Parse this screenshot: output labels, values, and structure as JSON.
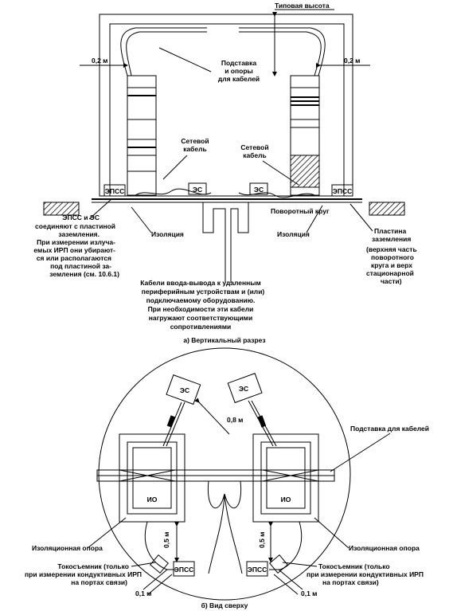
{
  "labels": {
    "typical_height": "Типовая высота",
    "dist_left_top": "0,2 м",
    "dist_right_top": "0,2 м",
    "stand_supports": [
      "Подставка",
      "и опоры",
      "для кабелей"
    ],
    "power_cable_left": [
      "Сетевой",
      "кабель"
    ],
    "power_cable_right": [
      "Сетевой",
      "кабель"
    ],
    "epss_left_top": "ЭПСС",
    "es_left_top": "ЭС",
    "es_right_top": "ЭС",
    "epss_right_top": "ЭПСС",
    "turntable": "Поворотный круг",
    "left_note": [
      "ЭПСС и ЭС",
      "соединяют с пластиной",
      "заземления.",
      "При измерении излуча-",
      "емых ИРП они убирают-",
      "ся или располагаются",
      "под пластиной за-",
      "земления (см. 10.6.1)"
    ],
    "isolation_left": "Изоляция",
    "isolation_right": "Изоляция",
    "ground_plate": [
      "Пластина",
      "заземления",
      "(верхняя часть",
      "поворотного",
      "круга и верх",
      "стационарной",
      "части)"
    ],
    "io_cables": [
      "Кабели ввода-вывода к удаленным",
      "периферийным устройствам и (или)",
      "подключаемому оборудованию.",
      "При необходимости эти кабели",
      "нагружают соответствующими",
      "сопротивлениями"
    ],
    "caption_a": "а) Вертикальный разрез",
    "es_top_left": "ЭС",
    "es_top_right": "ЭС",
    "dist_08": "0,8 м",
    "cable_stand": "Подставка для кабелей",
    "io_left": "ИО",
    "io_right": "ИО",
    "iso_support_left": "Изоляционная опора",
    "iso_support_right": "Изоляционная опора",
    "dist_05_left": "0,5 м",
    "dist_05_right": "0,5 м",
    "epss_bottom_left": "ЭПСС",
    "epss_bottom_right": "ЭПСС",
    "clamp_left": [
      "Токосъемник (только",
      "при измерении кондуктивных ИРП",
      "на портах связи)"
    ],
    "clamp_right": [
      "Токосъемник (только",
      "при измерении кондуктивных ИРП",
      "на портах связи)"
    ],
    "dist_01_left": "0,1 м",
    "dist_01_right": "0,1 м",
    "caption_b": "б) Вид сверху"
  }
}
